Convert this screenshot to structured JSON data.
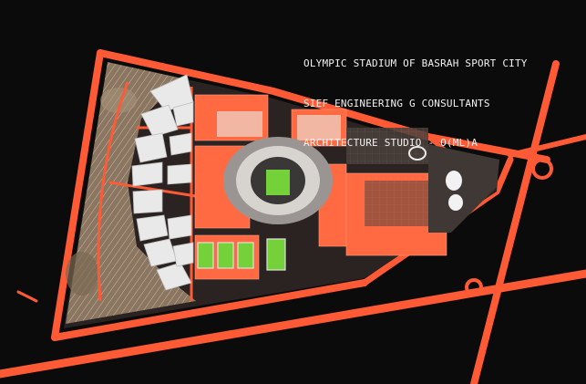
{
  "caption": {
    "line1": "OLYMPIC STADIUM OF BASRAH SPORT CITY",
    "line2": "SIEF ENGINEERING G CONSULTANTS",
    "line3": "ARCHITECTURE STUDIO - O(ML)A"
  },
  "colors": {
    "background": "#0c0b0b",
    "roads": "#ff5a36",
    "site_ground": "#3a3330",
    "pitch": "#7ed63a",
    "landscape": "#8a7560",
    "buildings": "#ededed"
  }
}
